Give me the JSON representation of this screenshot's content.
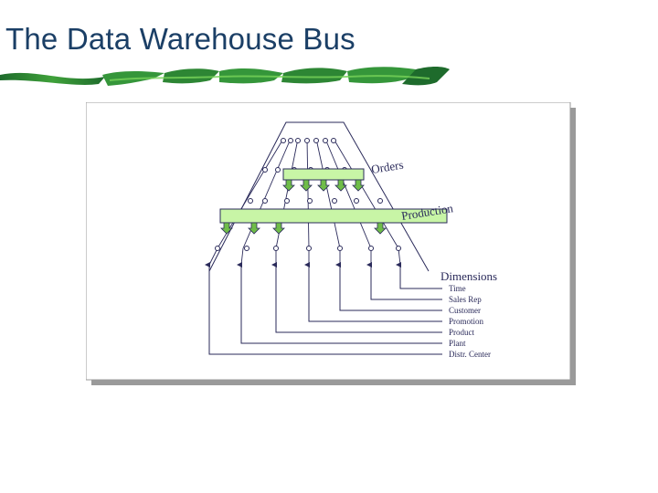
{
  "slide": {
    "title": "The Data Warehouse Bus"
  },
  "diagram": {
    "buses": [
      {
        "label": "Orders"
      },
      {
        "label": "Production"
      }
    ],
    "dimensions": {
      "heading": "Dimensions",
      "items": [
        "Time",
        "Sales Rep",
        "Customer",
        "Promotion",
        "Product",
        "Plant",
        "Distr. Center"
      ]
    },
    "colors": {
      "title": "#1b3f66",
      "swoosh_dark": "#1e6b2c",
      "swoosh_light": "#78d35a",
      "bus_fill": "#c8f5a6",
      "arrow_fill": "#6fbd48",
      "lines": "#2a2a5a",
      "frame_shadow": "#9a9a9a"
    },
    "icons": [
      "swoosh-decoration",
      "connector-node-icon",
      "down-arrow-icon"
    ]
  }
}
